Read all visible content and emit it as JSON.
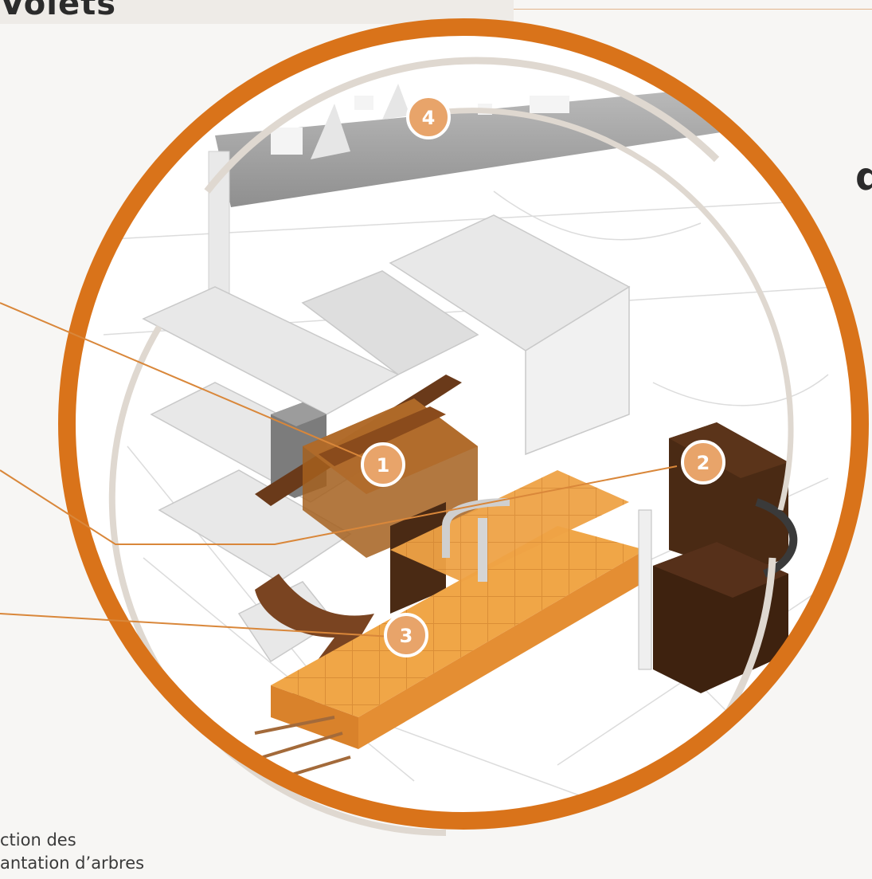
{
  "header": {
    "title": "Volets"
  },
  "side_text": {
    "letter": "d"
  },
  "caption": {
    "line1": "ction des",
    "line2": "antation d’arbres"
  },
  "markers": [
    {
      "number": "1"
    },
    {
      "number": "2"
    },
    {
      "number": "3"
    },
    {
      "number": "4"
    }
  ],
  "colors": {
    "accent_orange": "#d9731a",
    "marker_orange": "#e8a46a",
    "brown_dark": "#4a2a14",
    "brown_mid": "#7a4421",
    "ochre": "#e39a3c",
    "ring_gray": "#d9d2ca"
  }
}
